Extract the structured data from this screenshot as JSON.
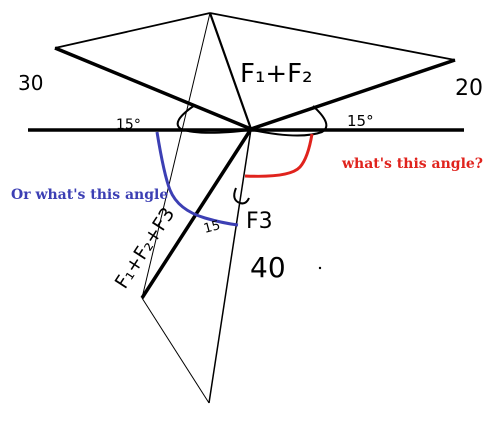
{
  "labels": {
    "left_magnitude": "30",
    "right_magnitude": "20",
    "left_angle": "15°",
    "right_angle": "15°",
    "resultant_f1_f2": "F₁+F₂",
    "f3": "F3",
    "f3_magnitude": "40",
    "sum_all": "F₁+F₂+F3",
    "small_angle_mark": "15"
  },
  "questions": {
    "red": "what's this angle?",
    "blue": "Or what's this angle"
  },
  "colors": {
    "red": "#e0231d",
    "blue": "#3c3fb4",
    "ink": "#000000"
  }
}
